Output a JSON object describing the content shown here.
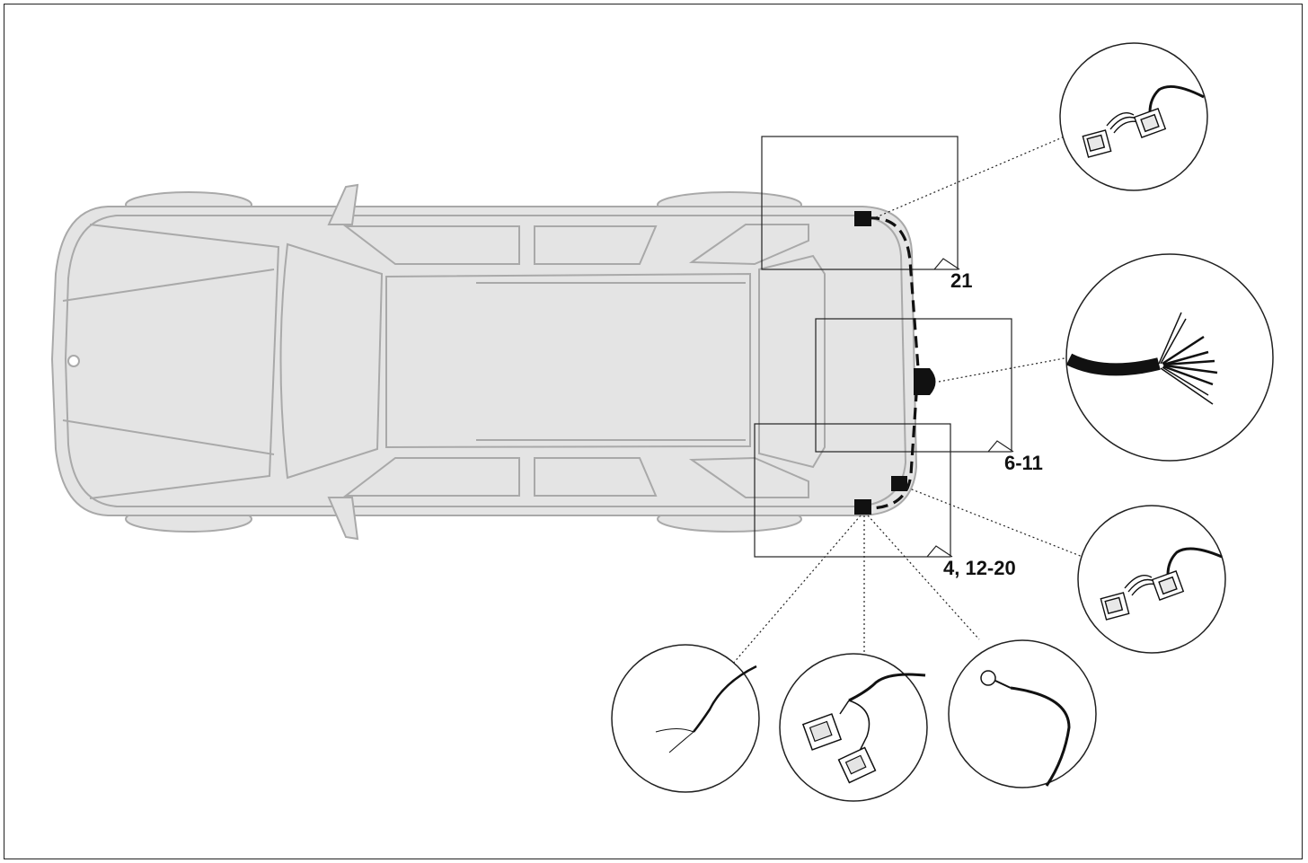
{
  "callouts": {
    "rear_left": "21",
    "socket": "6-11",
    "rear_right": "4, 12-20"
  },
  "colors": {
    "car_fill": "#e4e4e4",
    "car_outline": "#a9a9a9",
    "harness": "#111111",
    "leader": "#222222"
  },
  "detail_views": [
    {
      "name": "connector-pair-detail",
      "icon": "connector-pair-icon"
    },
    {
      "name": "wire-bundle-detail",
      "icon": "wire-bundle-icon"
    },
    {
      "name": "connector-pair-detail-right",
      "icon": "connector-pair-icon"
    },
    {
      "name": "ring-terminal-detail",
      "icon": "ring-terminal-icon"
    },
    {
      "name": "plug-connector-detail",
      "icon": "plug-connector-icon"
    },
    {
      "name": "loose-wire-detail",
      "icon": "loose-wire-icon"
    }
  ]
}
